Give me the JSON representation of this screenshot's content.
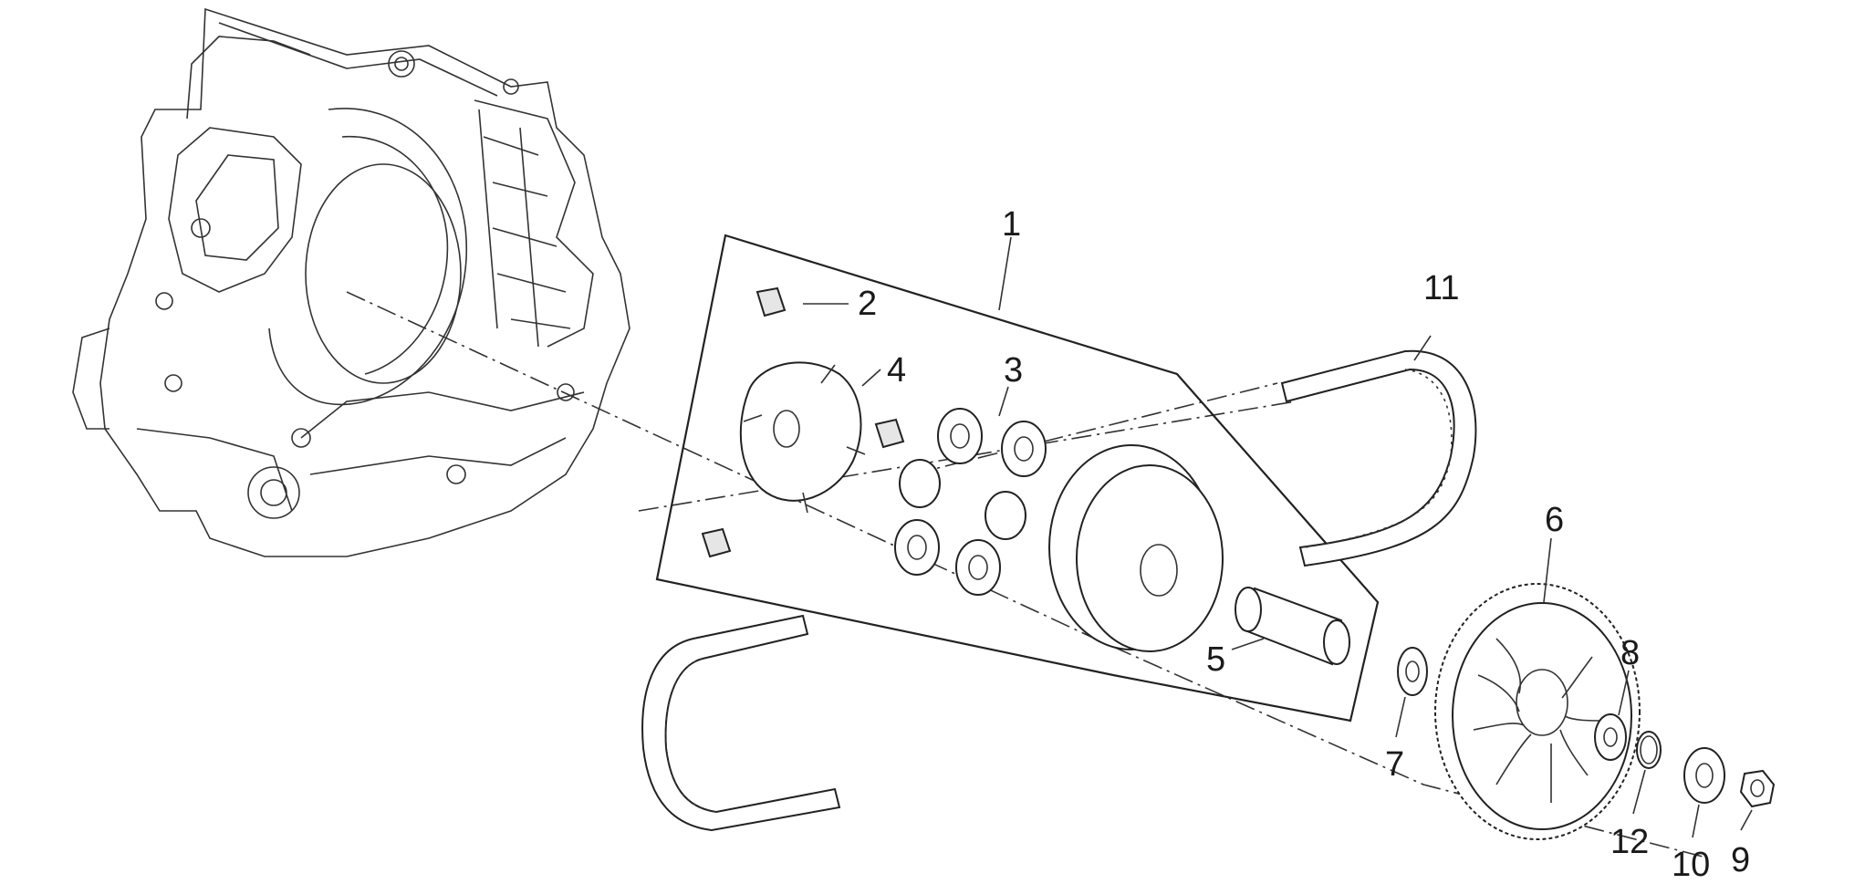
{
  "diagram": {
    "callouts": [
      {
        "key": "c1",
        "label": "1"
      },
      {
        "key": "c2",
        "label": "2"
      },
      {
        "key": "c3",
        "label": "3"
      },
      {
        "key": "c4",
        "label": "4"
      },
      {
        "key": "c5",
        "label": "5"
      },
      {
        "key": "c6",
        "label": "6"
      },
      {
        "key": "c7",
        "label": "7"
      },
      {
        "key": "c8",
        "label": "8"
      },
      {
        "key": "c9",
        "label": "9"
      },
      {
        "key": "c10",
        "label": "10"
      },
      {
        "key": "c11",
        "label": "11"
      },
      {
        "key": "c12",
        "label": "12"
      }
    ]
  }
}
